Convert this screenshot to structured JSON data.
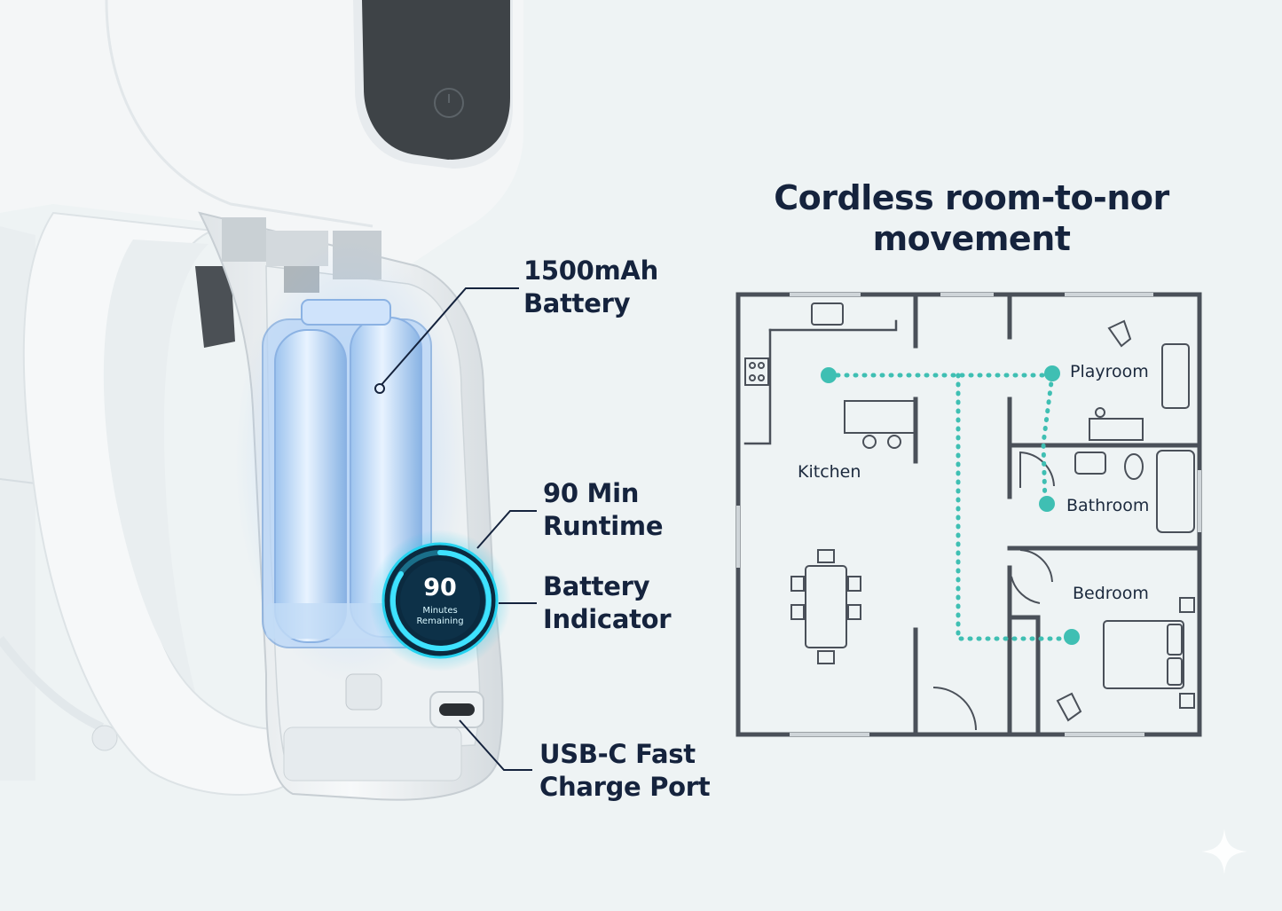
{
  "heading": {
    "line1": "Cordless room-to-nor",
    "line2": "movement"
  },
  "callouts": {
    "battery": {
      "line1": "1500mAh",
      "line2": "Battery"
    },
    "runtime": {
      "line1": "90 Min",
      "line2": "Runtime"
    },
    "indicator": {
      "line1": "Battery",
      "line2": "Indicator"
    },
    "port": {
      "line1": "USB-C Fast",
      "line2": "Charge Port"
    }
  },
  "battery_indicator": {
    "value": "90",
    "line1": "Minutes",
    "line2": "Remaining"
  },
  "rooms": {
    "kitchen": "Kitchen",
    "playroom": "Playroom",
    "bathroom": "Bathroom",
    "bedroom": "Bedroom"
  },
  "icons": [
    "power-icon",
    "sparkle-icon"
  ],
  "colors": {
    "text": "#15233d",
    "path": "#3fbfb3",
    "glow": "#1ec8e6",
    "wall": "#4a5059"
  }
}
